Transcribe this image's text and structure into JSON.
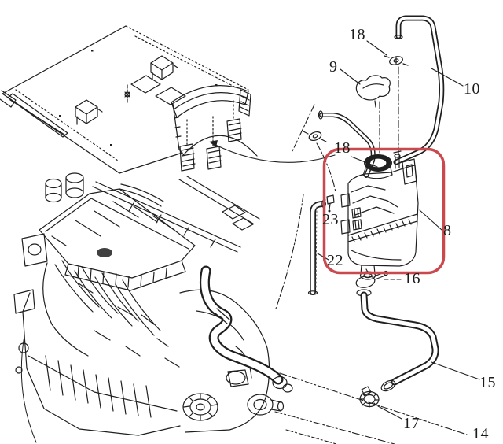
{
  "diagram": {
    "type": "exploded-parts-diagram",
    "subject": "engine cooling system with coolant expansion tank",
    "background": "#ffffff",
    "line_color": "#1f1f1f",
    "highlight": {
      "part_ref": "8",
      "color": "#c9494e"
    },
    "callouts": {
      "c18_top": {
        "label": "18"
      },
      "c9": {
        "label": "9"
      },
      "c10": {
        "label": "10"
      },
      "c18_mid": {
        "label": "18"
      },
      "c23": {
        "label": "23"
      },
      "c8": {
        "label": "8"
      },
      "c22": {
        "label": "22"
      },
      "c16": {
        "label": "16"
      },
      "c15": {
        "label": "15"
      },
      "c17": {
        "label": "17"
      },
      "c14": {
        "label": "14"
      }
    }
  }
}
